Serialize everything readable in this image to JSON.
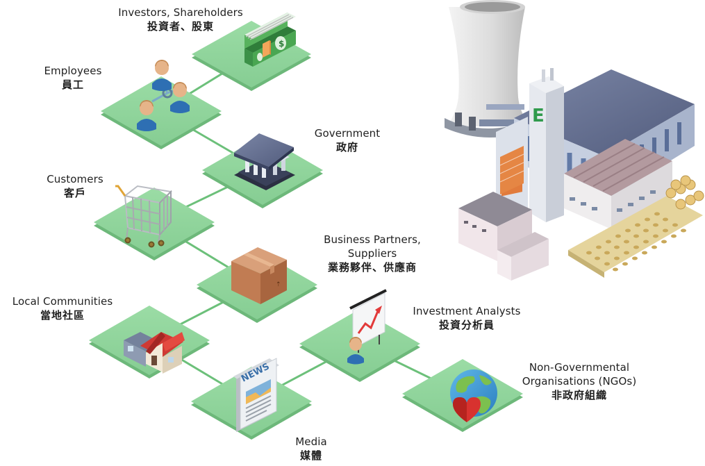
{
  "stakeholders": {
    "investors": {
      "en": "Investors, Shareholders",
      "zh": "投資者、股東"
    },
    "employees": {
      "en": "Employees",
      "zh": "員工"
    },
    "government": {
      "en": "Government",
      "zh": "政府"
    },
    "customers": {
      "en": "Customers",
      "zh": "客戶"
    },
    "partners": {
      "en1": "Business Partners,",
      "en2": "Suppliers",
      "zh": "業務夥伴、供應商"
    },
    "communities": {
      "en": "Local Communities",
      "zh": "當地社區"
    },
    "analysts": {
      "en": "Investment Analysts",
      "zh": "投資分析員"
    },
    "ngos": {
      "en1": "Non-Governmental",
      "en2": "Organisations (NGOs)",
      "zh": "非政府組織"
    },
    "media": {
      "en": "Media",
      "zh": "媒體"
    }
  },
  "icons": {
    "investors": "money-stack-icon",
    "employees": "people-network-icon",
    "government": "government-building-icon",
    "customers": "shopping-cart-icon",
    "partners": "cardboard-box-icon",
    "communities": "house-icon",
    "analysts": "presenter-chart-icon",
    "ngos": "globe-heart-icon",
    "media": "newspaper-icon",
    "plant": "power-plant-illustration",
    "newspaper_headline": "NEWS",
    "plant_sign": "E"
  },
  "colors": {
    "tile_top": "#8fd19b",
    "tile_left": "#6db87a",
    "tile_right": "#5aa86a",
    "connector": "#6cc07a"
  }
}
